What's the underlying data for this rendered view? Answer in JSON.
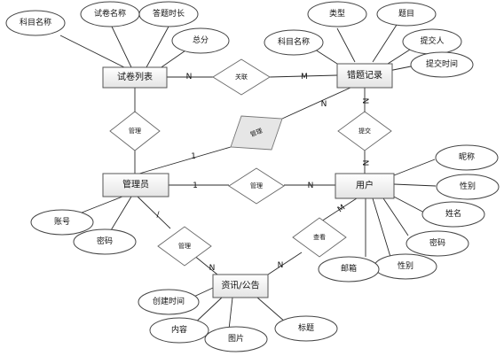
{
  "entities": {
    "paper_list": "试卷列表",
    "wrong_record": "错题记录",
    "admin": "管理员",
    "user": "用户",
    "news": "资讯/公告"
  },
  "attributes": {
    "paper_subject": "科目名称",
    "paper_name": "试卷名称",
    "answer_time": "答题时长",
    "total_score": "总分",
    "wr_type": "类型",
    "wr_question": "题目",
    "wr_subject": "科目名称",
    "wr_submitter": "提交人",
    "wr_submit_time": "提交时间",
    "admin_account": "账号",
    "admin_password": "密码",
    "user_nickname": "昵称",
    "user_gender": "性别",
    "user_name": "姓名",
    "user_password": "密码",
    "user_email": "邮箱",
    "user_sex": "性别",
    "news_created": "创建时间",
    "news_content": "内容",
    "news_image": "图片",
    "news_title": "标题"
  },
  "relationships": {
    "r_assoc": "关联",
    "r_manage_paper": "管理",
    "r_manage_record": "管理",
    "r_manage_user": "管理",
    "r_submit": "提交",
    "r_manage_news": "管理",
    "r_view": "查看"
  },
  "cardinalities": {
    "c_paper_assoc": "N",
    "c_record_assoc": "M",
    "c_record_manage": "N",
    "c_admin_manage_record": "1",
    "c_record_submit": "N",
    "c_user_submit": "N",
    "c_admin_user": "1",
    "c_user_admin": "N",
    "c_admin_news": "/",
    "c_news_admin": "N",
    "c_news_view": "N",
    "c_user_view": "M"
  }
}
